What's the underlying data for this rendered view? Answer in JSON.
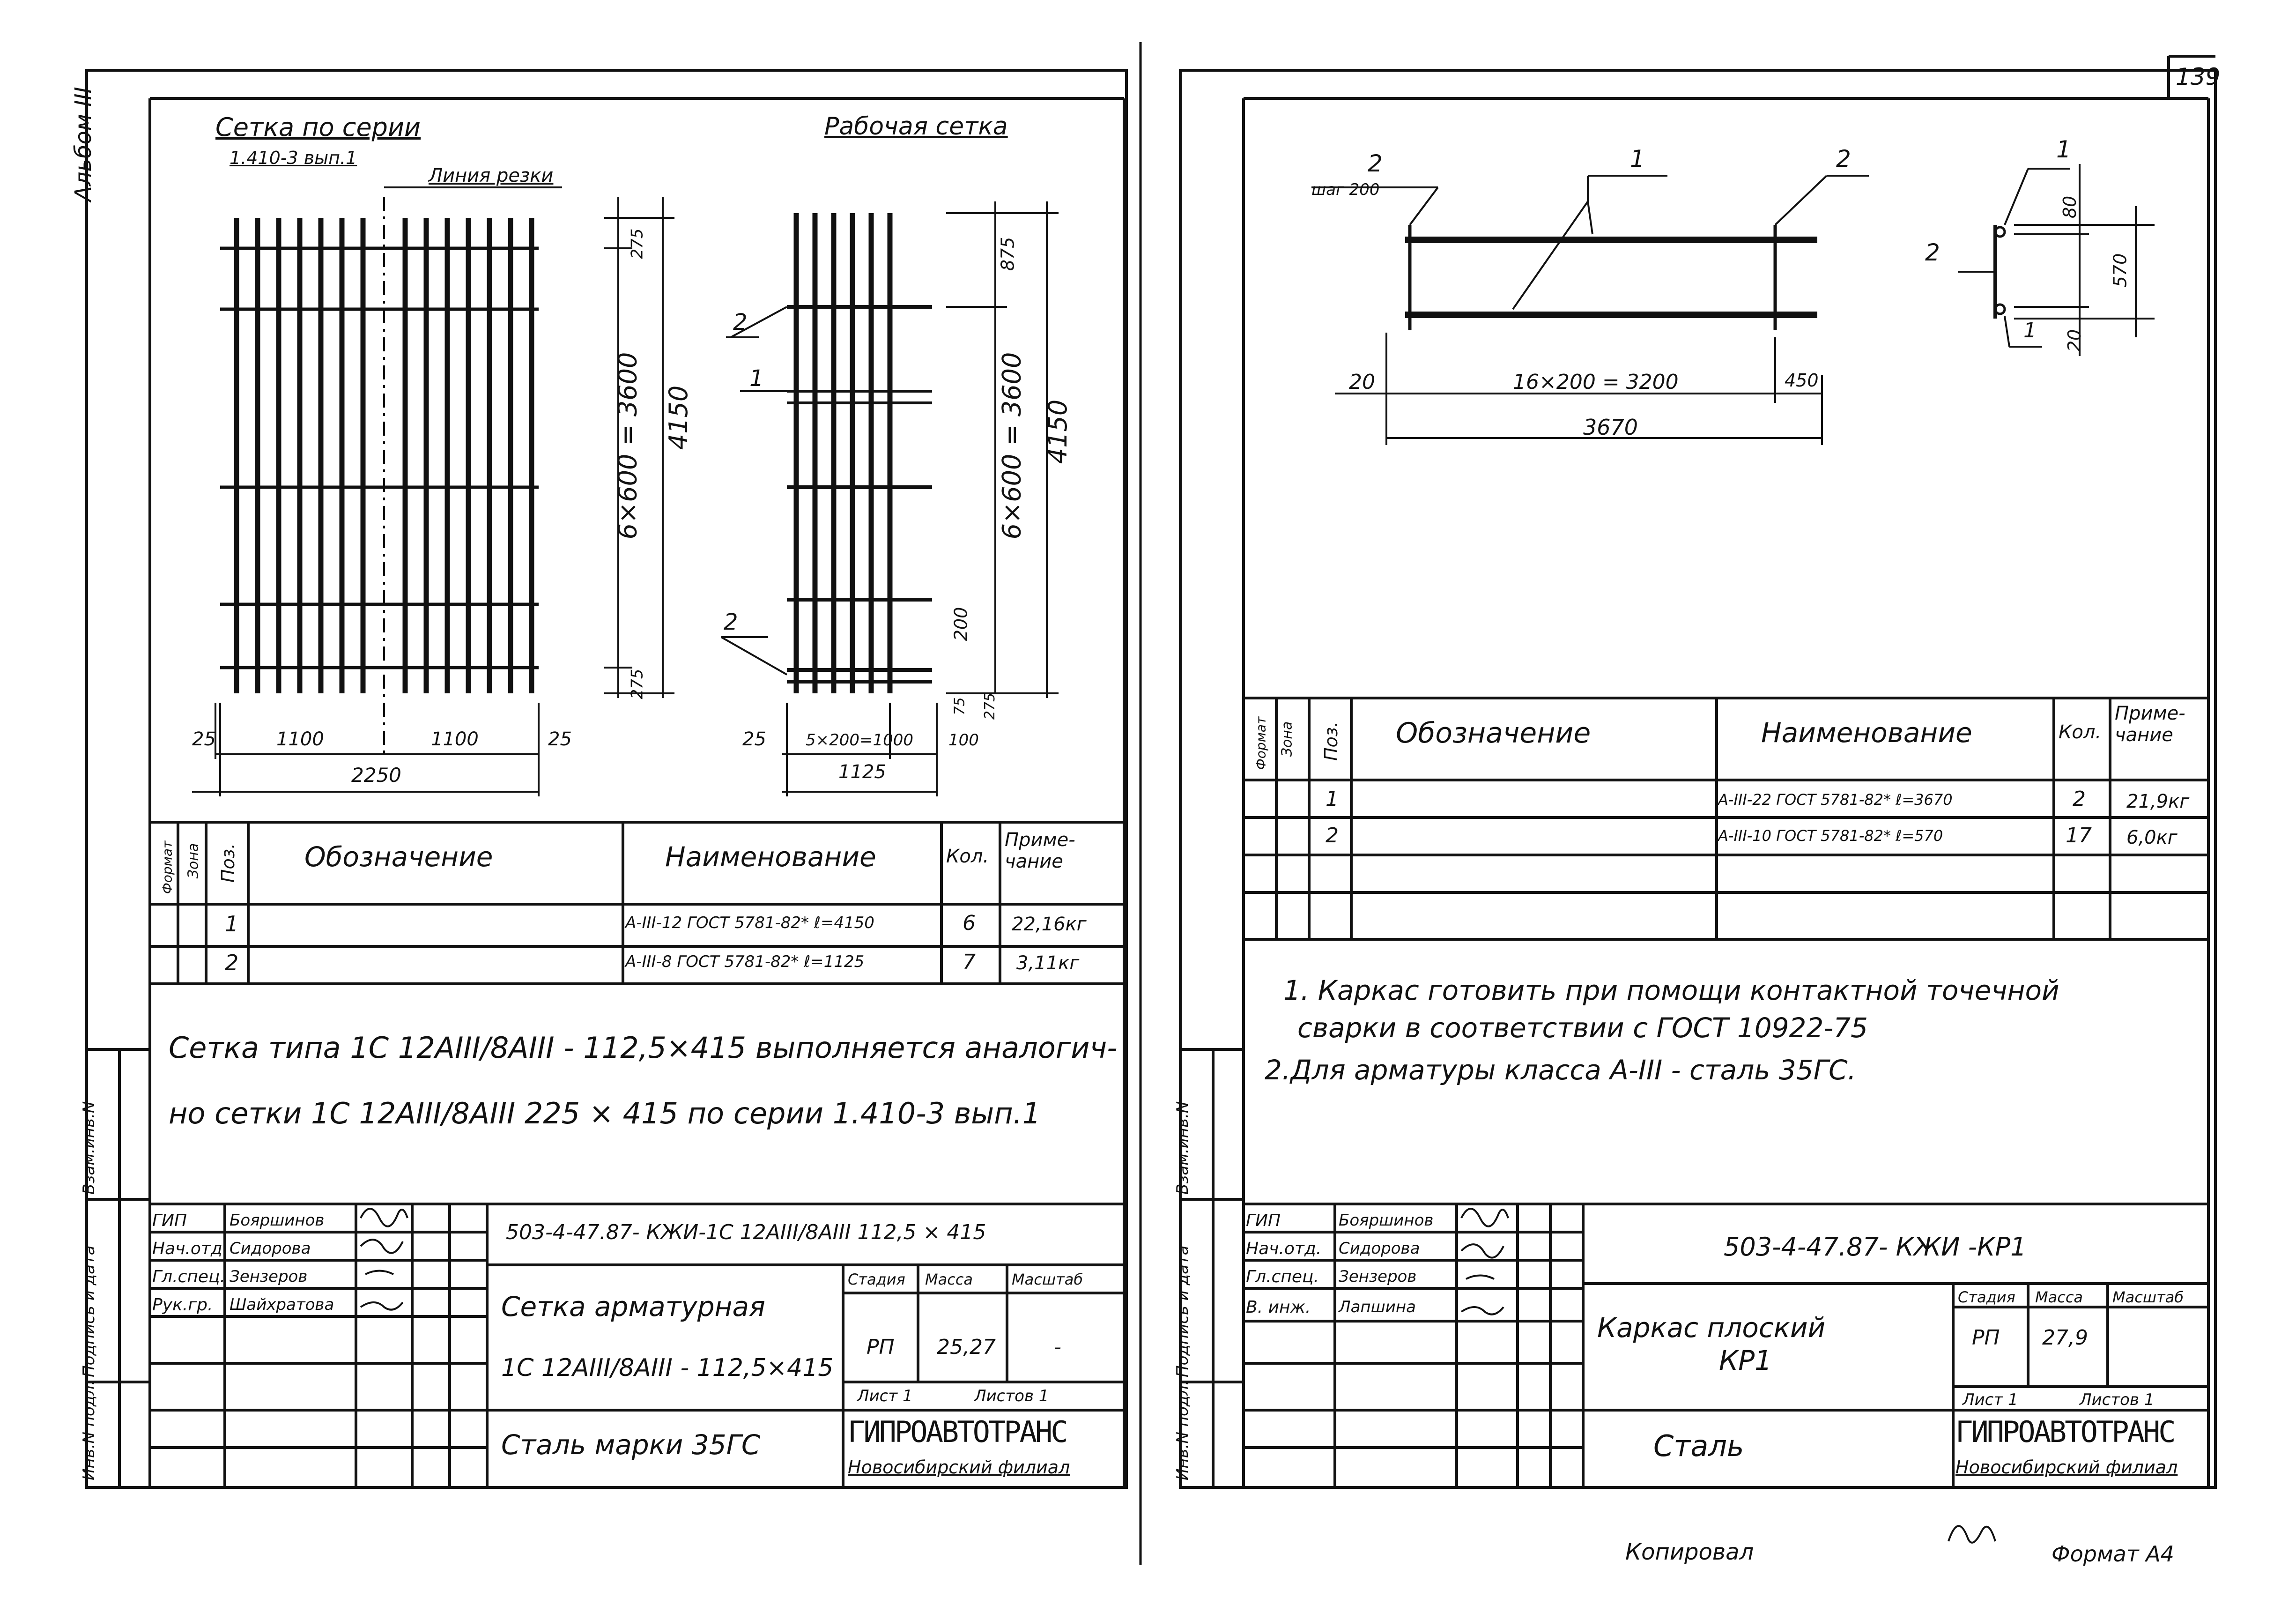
{
  "album_label": "Альбом III",
  "page_number": "139",
  "left_sheet": {
    "series_caption": "Сетка по серии",
    "series_number": "1.410-3 вып.1",
    "cut_line_label": "Линия резки",
    "working_mesh_caption": "Рабочая сетка",
    "dims_left": {
      "top": "275",
      "bottom": "275",
      "span": "6×600 = 3600",
      "total": "4150",
      "edge_l": "25",
      "edge_r": "25",
      "half1": "1100",
      "half2": "1100",
      "width": "2250"
    },
    "dims_right": {
      "pos2_top": "2",
      "pos1": "1",
      "pos2_bot": "2",
      "top": "875",
      "span": "6×600 = 3600",
      "total": "4150",
      "d200": "200",
      "d75": "75",
      "d275": "275",
      "edge_l": "25",
      "bars": "5×200=1000",
      "edge_r": "100",
      "width": "1125"
    },
    "spec_headers": {
      "format": "Формат",
      "zone": "Зона",
      "pos": "Поз.",
      "designation": "Обозначение",
      "name": "Наименование",
      "qty": "Кол.",
      "note": "Приме-чание"
    },
    "spec_rows": [
      {
        "pos": "1",
        "name": "А-III-12 ГОСТ 5781-82* ℓ=4150",
        "qty": "6",
        "note": "22,16кг"
      },
      {
        "pos": "2",
        "name": "А-III-8 ГОСТ 5781-82* ℓ=1125",
        "qty": "7",
        "note": "3,11кг"
      }
    ],
    "note_line1": "Сетка типа 1С 12АIII/8АIII - 112,5×415 выполняется аналогич-",
    "note_line2": "но сетки 1С 12АIII/8АIII 225 × 415 по серии 1.410-3 вып.1",
    "stamp": {
      "code": "503-4-47.87- КЖИ-1С 12АIII/8АIII 112,5 × 415",
      "roles": [
        "ГИП",
        "Нач.отд",
        "Гл.спец.",
        "Рук.гр."
      ],
      "names": [
        "Бояршинов",
        "Сидорова",
        "Зензеров",
        "Шайхратова"
      ],
      "title1": "Сетка арматурная",
      "title2": "1С 12АIII/8АIII - 112,5×415",
      "material": "Сталь марки 35ГС",
      "stage_h": "Стадия",
      "mass_h": "Масса",
      "scale_h": "Масштаб",
      "stage": "РП",
      "mass": "25,27",
      "scale": "-",
      "sheet": "Лист 1",
      "sheets": "Листов 1",
      "org": "ГИПРОАВТОТРАНС",
      "branch": "Новосибирский филиал"
    },
    "side_labels": [
      "Инв.N подл.",
      "Подпись и дата",
      "Взам.инв.N"
    ]
  },
  "right_sheet": {
    "frame_labels": {
      "p2_step": "2",
      "step": "шаг 200",
      "p1": "1",
      "p2": "2",
      "d20": "20",
      "bars": "16×200 = 3200",
      "d450": "450",
      "total": "3670",
      "sec_p1": "1",
      "sec_p2": "2",
      "sec_p1b": "1",
      "sec_80": "80",
      "sec_570": "570",
      "sec_20": "20"
    },
    "spec_headers": {
      "format": "Формат",
      "zone": "Зона",
      "pos": "Поз.",
      "designation": "Обозначение",
      "name": "Наименование",
      "qty": "Кол.",
      "note": "Приме-чание"
    },
    "spec_rows": [
      {
        "pos": "1",
        "name": "А-III-22 ГОСТ 5781-82* ℓ=3670",
        "qty": "2",
        "note": "21,9кг"
      },
      {
        "pos": "2",
        "name": "А-III-10 ГОСТ 5781-82* ℓ=570",
        "qty": "17",
        "note": "6,0кг"
      }
    ],
    "notes": [
      "1. Каркас готовить при помощи контактной точечной",
      "сварки в соответствии с ГОСТ 10922-75",
      "2.Для арматуры класса А-III - сталь 35ГС."
    ],
    "stamp": {
      "code": "503-4-47.87- КЖИ -КР1",
      "roles": [
        "ГИП",
        "Нач.отд.",
        "Гл.спец.",
        "В. инж."
      ],
      "names": [
        "Бояршинов",
        "Сидорова",
        "Зензеров",
        "Лапшина"
      ],
      "title1": "Каркас плоский",
      "title2": "КР1",
      "material": "Сталь",
      "stage_h": "Стадия",
      "mass_h": "Масса",
      "scale_h": "Масштаб",
      "stage": "РП",
      "mass": "27,9",
      "scale": "",
      "sheet": "Лист 1",
      "sheets": "Листов 1",
      "org": "ГИПРОАВТОТРАНС",
      "branch": "Новосибирский филиал"
    },
    "side_labels": [
      "Инв.N подл.",
      "Подпись и дата",
      "Взам.инв.N"
    ]
  },
  "copied_by": "Копировал",
  "format": "Формат А4"
}
